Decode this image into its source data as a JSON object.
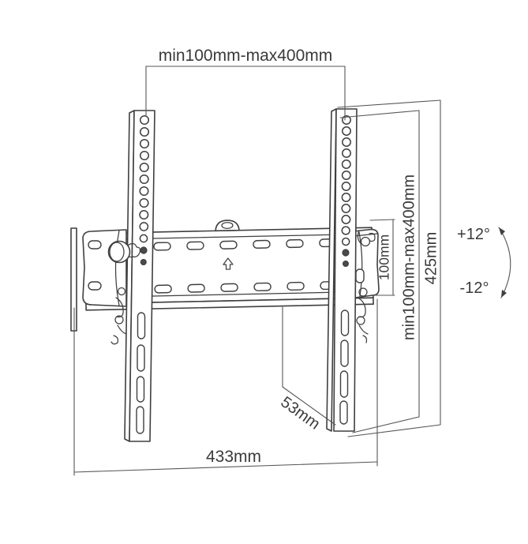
{
  "diagram": {
    "labels": {
      "top_width": "min100mm-max400mm",
      "vesa_vertical": "min100mm-max400mm",
      "overall_height": "425mm",
      "plate_height": "100mm",
      "depth": "53mm",
      "overall_width": "433mm",
      "tilt_up": "+12°",
      "tilt_down": "-12°"
    },
    "colors": {
      "background": "#ffffff",
      "line": "#3f3f3f",
      "dimension_line": "#565656",
      "text": "#3a3a3a"
    }
  }
}
